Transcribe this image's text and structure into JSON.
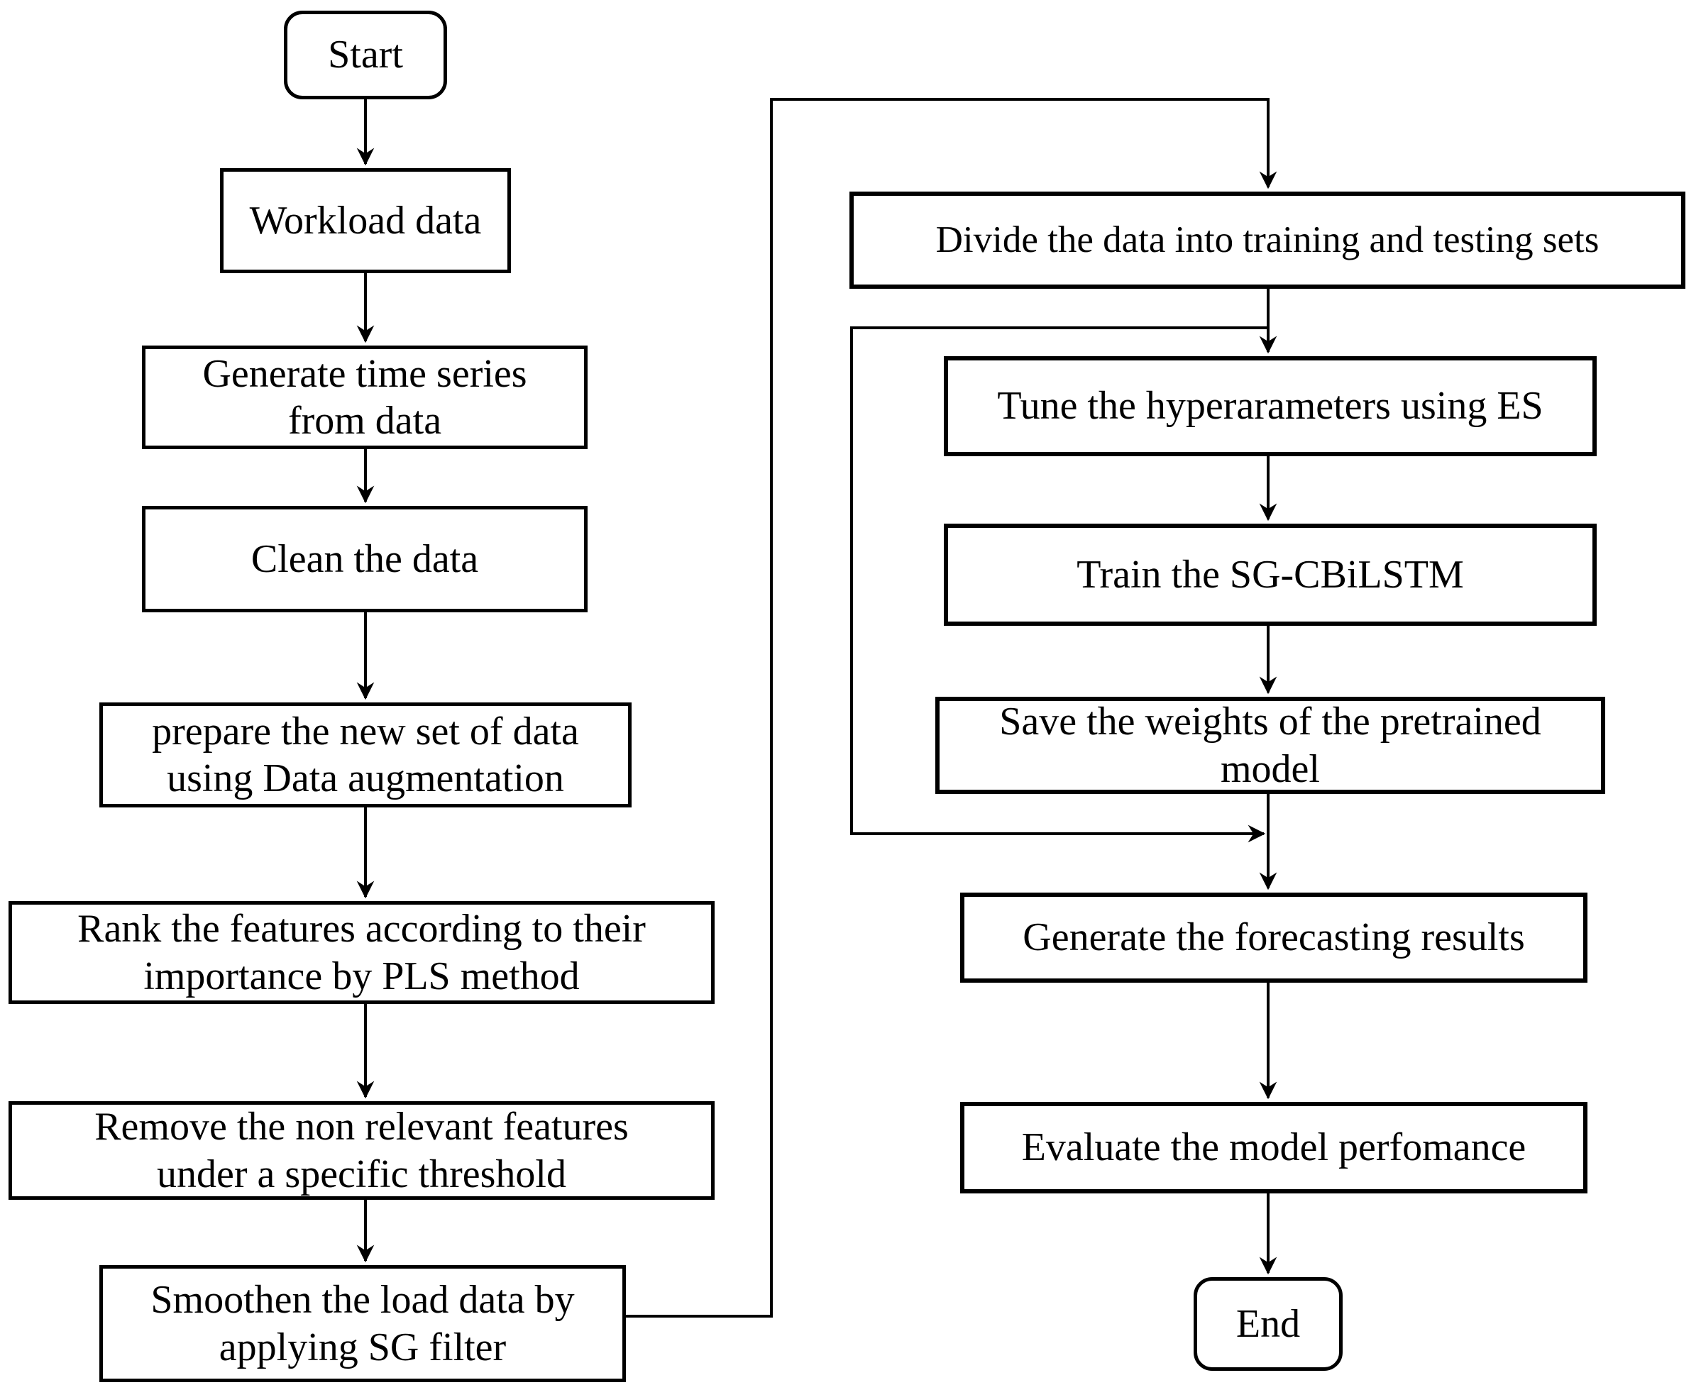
{
  "diagram": {
    "type": "flowchart",
    "colors": {
      "stroke": "#000000",
      "fill": "#ffffff",
      "text": "#000000"
    },
    "nodes": {
      "start": {
        "label": "Start"
      },
      "workload": {
        "label": "Workload data"
      },
      "generate_ts": {
        "line1": "Generate time series",
        "line2": "from data"
      },
      "clean": {
        "label": "Clean the data"
      },
      "prepare": {
        "line1": "prepare the new set of data",
        "line2": "using Data augmentation"
      },
      "rank": {
        "line1": "Rank the features according to their",
        "line2": "importance by PLS method"
      },
      "remove": {
        "line1": "Remove the non relevant features",
        "line2": "under a specific threshold"
      },
      "smoothen": {
        "line1": "Smoothen the load data by",
        "line2": "applying SG filter"
      },
      "divide": {
        "label": "Divide the data into training and testing sets"
      },
      "tune": {
        "label": "Tune the hyperarameters using ES"
      },
      "train": {
        "label": "Train the SG-CBiLSTM"
      },
      "save": {
        "line1": "Save the weights of the pretrained",
        "line2": "model"
      },
      "forecast": {
        "label": "Generate the forecasting results"
      },
      "evaluate": {
        "label": "Evaluate the model perfomance"
      },
      "end": {
        "label": "End"
      }
    },
    "edges": [
      "start->workload",
      "workload->generate_ts",
      "generate_ts->clean",
      "clean->prepare",
      "prepare->rank",
      "rank->remove",
      "remove->smoothen",
      "smoothen->divide",
      "divide->tune",
      "divide->merge_bypass",
      "tune->train",
      "train->save",
      "save->forecast",
      "forecast->evaluate",
      "evaluate->end"
    ]
  }
}
